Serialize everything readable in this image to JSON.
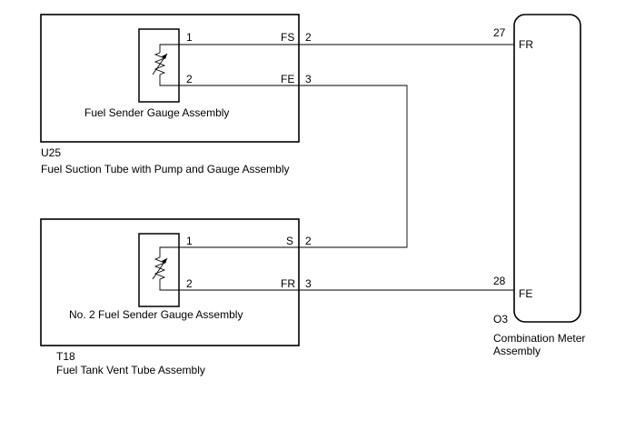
{
  "u25": {
    "code": "U25",
    "name": "Fuel Suction Tube with Pump and Gauge Assembly",
    "sender_name": "Fuel Sender Gauge Assembly",
    "pin1": "1",
    "pin2": "2",
    "term1_name": "FS",
    "term1_num": "2",
    "term2_name": "FE",
    "term2_num": "3"
  },
  "t18": {
    "code": "T18",
    "name": "Fuel Tank Vent Tube Assembly",
    "sender_name": "No. 2 Fuel Sender Gauge Assembly",
    "pin1": "1",
    "pin2": "2",
    "term1_name": "S",
    "term1_num": "2",
    "term2_name": "FR",
    "term2_num": "3"
  },
  "o3": {
    "code": "O3",
    "name_line1": "Combination Meter",
    "name_line2": "Assembly",
    "term1_num": "27",
    "term1_name": "FR",
    "term2_num": "28",
    "term2_name": "FE"
  }
}
